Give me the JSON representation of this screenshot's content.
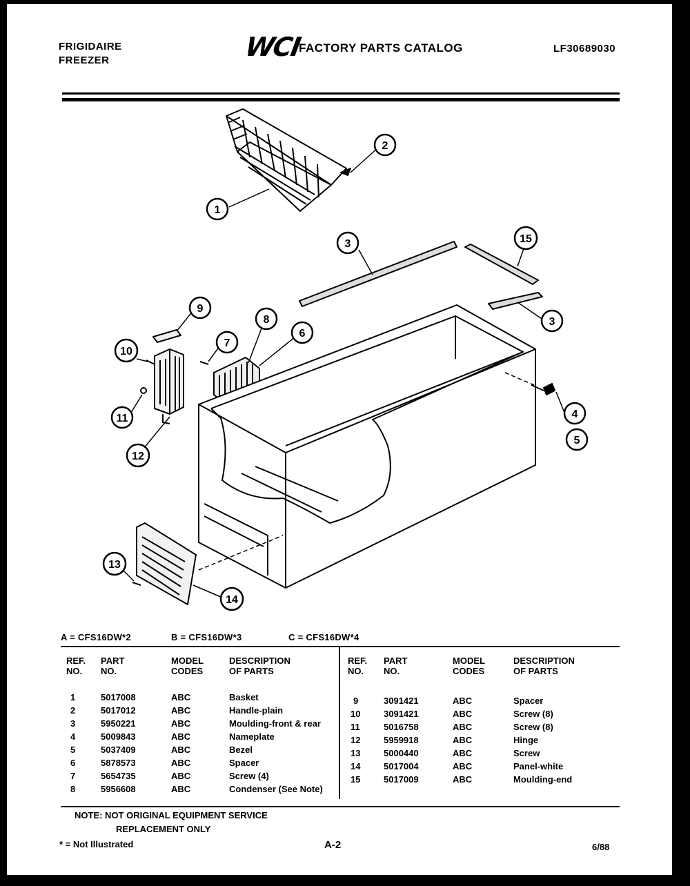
{
  "header": {
    "brand_line1": "FRIGIDAIRE",
    "brand_line2": "FREEZER",
    "logo": "WCI",
    "catalog_title": "FACTORY PARTS CATALOG",
    "doc_number": "LF30689030"
  },
  "callouts": [
    "1",
    "2",
    "3",
    "15",
    "3",
    "9",
    "8",
    "6",
    "7",
    "10",
    "11",
    "12",
    "4",
    "5",
    "13",
    "14"
  ],
  "models": [
    {
      "code": "A",
      "label": "A = CFS16DW*2"
    },
    {
      "code": "B",
      "label": "B = CFS16DW*3"
    },
    {
      "code": "C",
      "label": "C = CFS16DW*4"
    }
  ],
  "table": {
    "headers": {
      "ref": [
        "REF.",
        "NO."
      ],
      "part": [
        "PART",
        "NO."
      ],
      "model": [
        "MODEL",
        "CODES"
      ],
      "desc": [
        "DESCRIPTION",
        "OF PARTS"
      ]
    },
    "left_rows": [
      {
        "ref": "1",
        "part": "5017008",
        "codes": "ABC",
        "desc": "Basket"
      },
      {
        "ref": "2",
        "part": "5017012",
        "codes": "ABC",
        "desc": "Handle-plain"
      },
      {
        "ref": "3",
        "part": "5950221",
        "codes": "ABC",
        "desc": "Moulding-front & rear"
      },
      {
        "ref": "4",
        "part": "5009843",
        "codes": "ABC",
        "desc": "Nameplate"
      },
      {
        "ref": "5",
        "part": "5037409",
        "codes": "ABC",
        "desc": "Bezel"
      },
      {
        "ref": "6",
        "part": "5878573",
        "codes": "ABC",
        "desc": "Spacer"
      },
      {
        "ref": "7",
        "part": "5654735",
        "codes": "ABC",
        "desc": "Screw (4)"
      },
      {
        "ref": "8",
        "part": "5956608",
        "codes": "ABC",
        "desc": "Condenser (See Note)"
      }
    ],
    "right_rows": [
      {
        "ref": "9",
        "part": "3091421",
        "codes": "ABC",
        "desc": "Spacer"
      },
      {
        "ref": "10",
        "part": "3091421",
        "codes": "ABC",
        "desc": "Screw (8)"
      },
      {
        "ref": "11",
        "part": "5016758",
        "codes": "ABC",
        "desc": "Screw (8)"
      },
      {
        "ref": "12",
        "part": "5959918",
        "codes": "ABC",
        "desc": "Hinge"
      },
      {
        "ref": "13",
        "part": "5000440",
        "codes": "ABC",
        "desc": "Screw"
      },
      {
        "ref": "14",
        "part": "5017004",
        "codes": "ABC",
        "desc": "Panel-white"
      },
      {
        "ref": "15",
        "part": "5017009",
        "codes": "ABC",
        "desc": "Moulding-end"
      }
    ]
  },
  "note": {
    "line1": "NOTE:  NOT ORIGINAL EQUIPMENT SERVICE",
    "line2": "REPLACEMENT ONLY"
  },
  "footer": {
    "not_illustrated": "* = Not Illustrated",
    "page": "A-2",
    "date": "6/88"
  }
}
